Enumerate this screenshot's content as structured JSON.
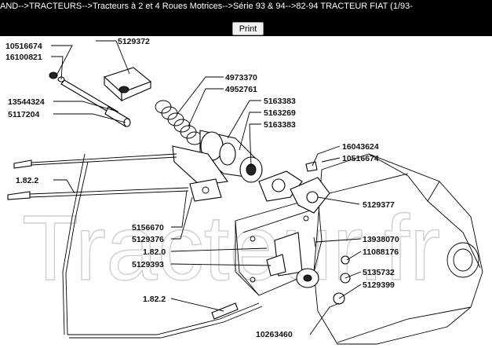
{
  "breadcrumb": "AND-->TRACTEURS-->Tracteurs à 2 et 4 Roues Motrices-->Série 93 & 94-->82-94 TRACTEUR FIAT (1/93-",
  "print_label": "Print",
  "watermark": "Tracteur.fr",
  "parts": {
    "p1": "10516674",
    "p2": "16100821",
    "p3": "5129372",
    "p4": "4973370",
    "p5": "4952761",
    "p6": "13544324",
    "p7": "5117204",
    "p8": "5163383",
    "p9": "5163269",
    "p10": "5163383",
    "p11": "16043624",
    "p12": "10516674",
    "p13": "1.82.2",
    "p14": "5129377",
    "p15": "5156670",
    "p16": "5129376",
    "p17": "13938070",
    "p18": "1.82.0",
    "p19": "11088176",
    "p20": "5129393",
    "p21": "5135732",
    "p22": "5129399",
    "p23": "1.82.2",
    "p24": "10263460"
  }
}
